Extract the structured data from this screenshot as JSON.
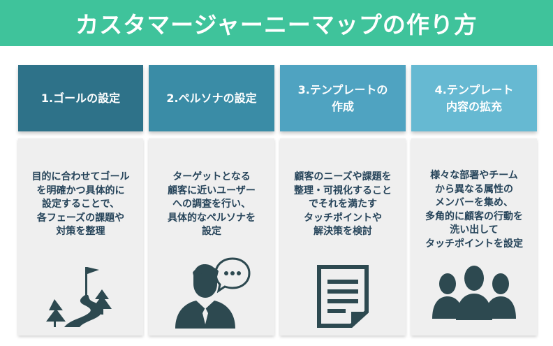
{
  "title": "カスタマージャーニーマップの作り方",
  "colors": {
    "title_bg": "#3fc39b",
    "step1": "#2e7289",
    "step2": "#3a8ca6",
    "step3": "#4fa3c1",
    "step4": "#66b9d2",
    "card_bg": "#efefef",
    "text": "#26445a",
    "icon": "#2d4950"
  },
  "steps": [
    {
      "header": [
        "1.ゴールの設定"
      ],
      "description": [
        "目的に合わせてゴール",
        "を明確かつ具体的に",
        "設定することで、",
        "各フェーズの課題や",
        "対策を整理"
      ],
      "icon": "mountain-path-flag-icon"
    },
    {
      "header": [
        "2.ペルソナの設定"
      ],
      "description": [
        "ターゲットとなる",
        "顧客に近いユーザー",
        "への調査を行い、",
        "具体的なペルソナを",
        "設定"
      ],
      "icon": "person-speech-bubble-icon"
    },
    {
      "header": [
        "3.テンプレートの",
        "作成"
      ],
      "description": [
        "顧客のニーズや課題を",
        "整理・可視化すること",
        "でそれを満たす",
        "タッチポイントや",
        "解決策を検討"
      ],
      "icon": "document-icon"
    },
    {
      "header": [
        "4.テンプレート",
        "内容の拡充"
      ],
      "description": [
        "様々な部署やチーム",
        "から異なる属性の",
        "メンバーを集め、",
        "多角的に顧客の行動を",
        "洗い出して",
        "タッチポイントを設定"
      ],
      "icon": "group-people-icon"
    }
  ]
}
